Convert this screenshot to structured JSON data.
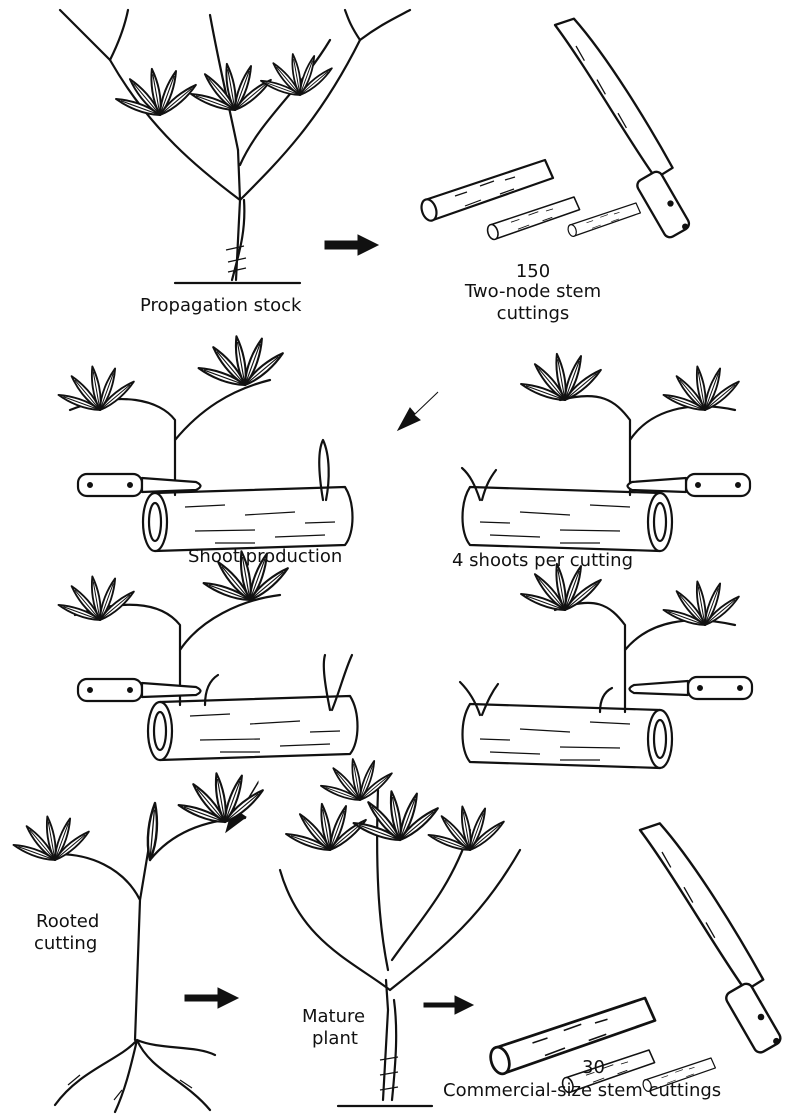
{
  "labels": {
    "propagation_stock": "Propagation stock",
    "count_150": "150",
    "two_node_line1": "Two-node stem",
    "two_node_line2": "cuttings",
    "shoot_production": "Shoot production",
    "shoots_per_cutting": "4 shoots per cutting",
    "rooted_line1": "Rooted",
    "rooted_line2": "cutting",
    "mature_line1": "Mature",
    "mature_line2": "plant",
    "count_30": "30",
    "commercial_cuttings": "Commercial-size stem cuttings"
  },
  "icons": [
    "propagation-stock-plant-icon",
    "machete-icon",
    "stem-cutting-icon",
    "shoot-on-cutting-icon",
    "knife-icon",
    "rooted-cutting-icon",
    "mature-plant-icon",
    "arrow-icon"
  ]
}
